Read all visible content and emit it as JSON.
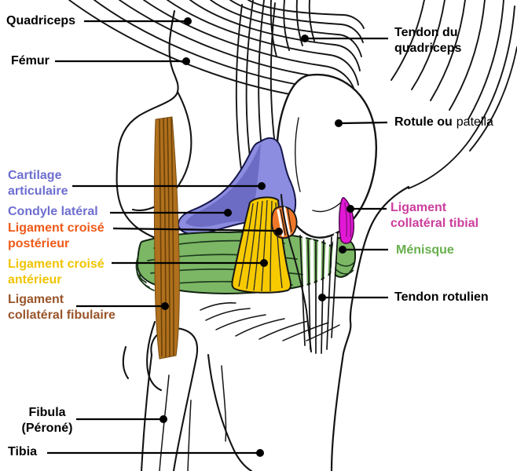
{
  "figure": {
    "background": "#ffffff",
    "labels": {
      "quadriceps": {
        "text": "Quadriceps",
        "color": "#000000"
      },
      "femur": {
        "text": "Fémur",
        "color": "#000000"
      },
      "tendon_du_quadriceps": {
        "line1": "Tendon du",
        "line2": "quadriceps",
        "color": "#000000"
      },
      "rotule": {
        "bold_part": "Rotule ou",
        "regular_part": "patella",
        "color": "#000000"
      },
      "cartilage_articulaire": {
        "line1": "Cartilage",
        "line2": "articulaire",
        "color": "#6e6ed0"
      },
      "condyle_lateral": {
        "text": "Condyle latéral",
        "color": "#6e6ed0"
      },
      "ligament_croise_posterieur": {
        "line1": "Ligament croisé",
        "line2": "postérieur",
        "color": "#ef5a18"
      },
      "ligament_croise_anterieur": {
        "line1": "Ligament croisé",
        "line2": "antérieur",
        "color": "#f0c400"
      },
      "ligament_collateral_fibulaire": {
        "line1": "Ligament",
        "line2": "collatéral fibulaire",
        "color": "#99552b"
      },
      "fibula": {
        "line1": "Fibula",
        "line2": "(Péroné)",
        "color": "#000000"
      },
      "tibia": {
        "text": "Tibia",
        "color": "#000000"
      },
      "ligament_collateral_tibial": {
        "line1": "Ligament",
        "line2": "collatéral tibial",
        "color": "#cc3d9d"
      },
      "menisque": {
        "text": "Ménisque",
        "color": "#68af4d"
      },
      "tendon_rotulien": {
        "text": "Tendon rotulien",
        "color": "#000000"
      }
    },
    "anatomy_colors": {
      "cartilage_articulaire": "#8c8ce0",
      "cartilage_shadow": "#6c6cc4",
      "menisque": "#7cb765",
      "ligament_croise_anterieur": "#f7ca00",
      "ligament_croise_posterieur": "#f07828",
      "ligament_collateral_fibulaire": "#b0701d",
      "ligament_collateral_tibial": "#e318d6"
    }
  }
}
